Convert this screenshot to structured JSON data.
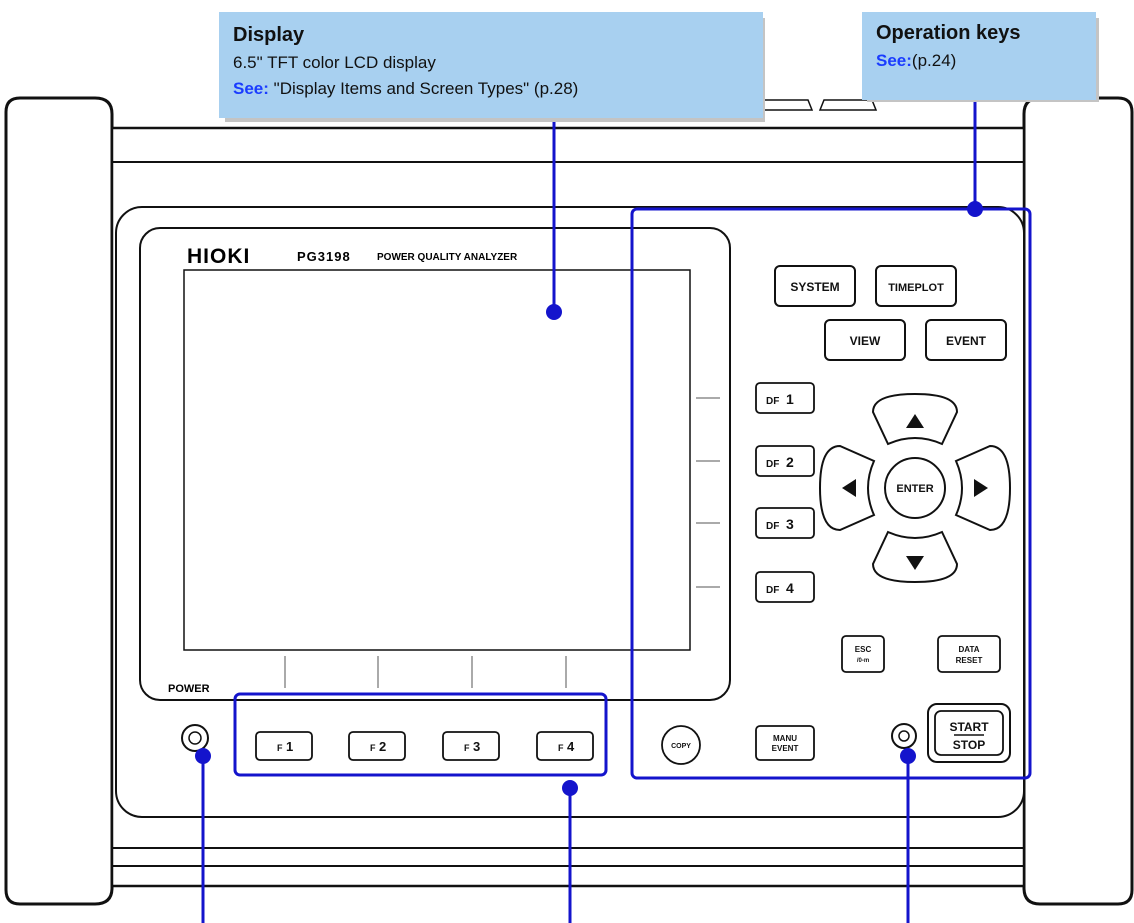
{
  "brand": "HIOKI",
  "model": "PG3198",
  "model_desc": "POWER QUALITY ANALYZER",
  "power_label": "POWER",
  "callouts": {
    "display": {
      "title": "Display",
      "line1": "6.5\" TFT color LCD display",
      "see_label": "See:",
      "see_ref": "\"Display Items and Screen Types\" (p.28)"
    },
    "operation_keys": {
      "title": "Operation keys",
      "see_label": "See:",
      "see_ref": "(p.24)"
    }
  },
  "keys": {
    "system": "SYSTEM",
    "timeplot": "TIMEPLOT",
    "view": "VIEW",
    "event": "EVENT",
    "df1_prefix": "DF",
    "df1_num": "1",
    "df2_prefix": "DF",
    "df2_num": "2",
    "df3_prefix": "DF",
    "df3_num": "3",
    "df4_prefix": "DF",
    "df4_num": "4",
    "enter": "ENTER",
    "esc_line1": "ESC",
    "esc_line2": "/0-m",
    "data_reset_line1": "DATA",
    "data_reset_line2": "RESET",
    "copy": "COPY",
    "manu_event_line1": "MANU",
    "manu_event_line2": "EVENT",
    "start": "START",
    "stop": "STOP",
    "f1_prefix": "F",
    "f1_num": "1",
    "f2_prefix": "F",
    "f2_num": "2",
    "f3_prefix": "F",
    "f3_num": "3",
    "f4_prefix": "F",
    "f4_num": "4"
  },
  "colors": {
    "callout_bg": "#a8d0f0",
    "leader_line": "#1414cc",
    "see_text": "#1a3cff"
  }
}
